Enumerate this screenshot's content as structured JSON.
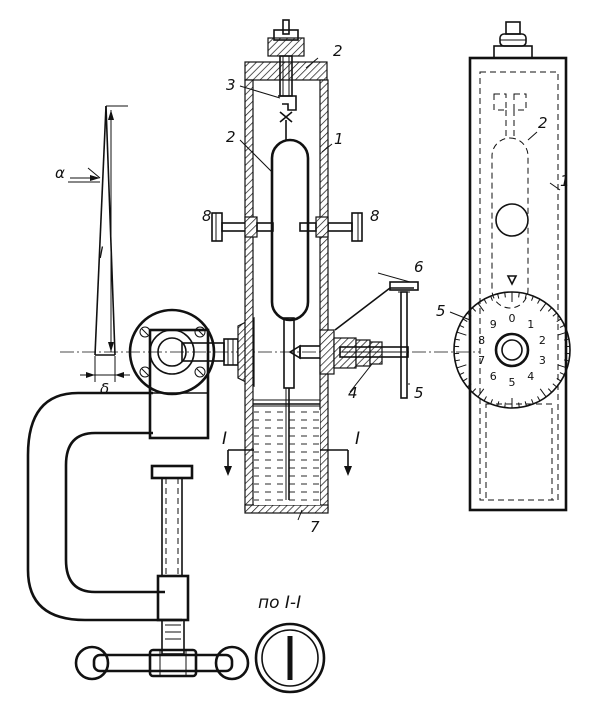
{
  "labels": {
    "body": "1",
    "float": "2",
    "hook": "3",
    "screw": "4",
    "dial": "5",
    "pointer": "6",
    "rod": "7",
    "clamp_screw": "8",
    "alpha": "α",
    "length": "l",
    "delta": "δ",
    "section": "I",
    "section_caption": "по I-I"
  },
  "dial_numbers": [
    "0",
    "1",
    "2",
    "3",
    "4",
    "5",
    "6",
    "7",
    "8",
    "9"
  ]
}
